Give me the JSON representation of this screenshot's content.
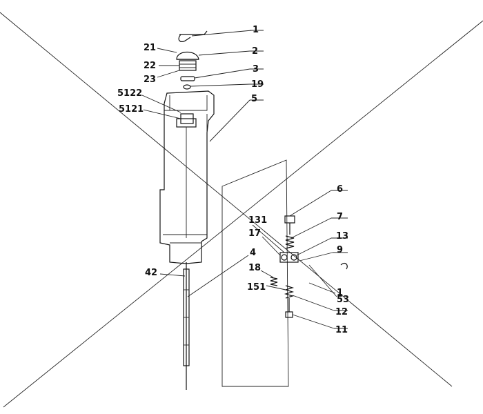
{
  "labels": {
    "l1": "1",
    "l21": "21",
    "l2": "2",
    "l22": "22",
    "l3": "3",
    "l23": "23",
    "l19": "19",
    "l5122": "5122",
    "l5": "5",
    "l5121": "5121",
    "l6": "6",
    "l131": "131",
    "l7": "7",
    "l17": "17",
    "l13": "13",
    "l4": "4",
    "l9": "9",
    "l18": "18",
    "l42": "42",
    "l151": "151",
    "l1b": "1",
    "l53": "53",
    "l12": "12",
    "l11": "11"
  }
}
